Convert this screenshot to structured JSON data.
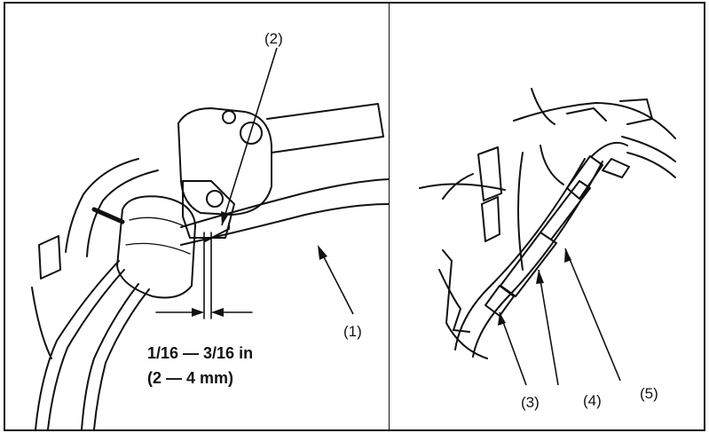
{
  "panels": {
    "left": {
      "callouts": [
        "(2)",
        "(1)"
      ],
      "measurement": {
        "imperial": "1/16 — 3/16 in",
        "metric": "(2 — 4 mm)"
      }
    },
    "right": {
      "callouts": [
        "(3)",
        "(4)",
        "(5)"
      ]
    }
  },
  "colors": {
    "line": "#111111",
    "background": "#ffffff"
  }
}
